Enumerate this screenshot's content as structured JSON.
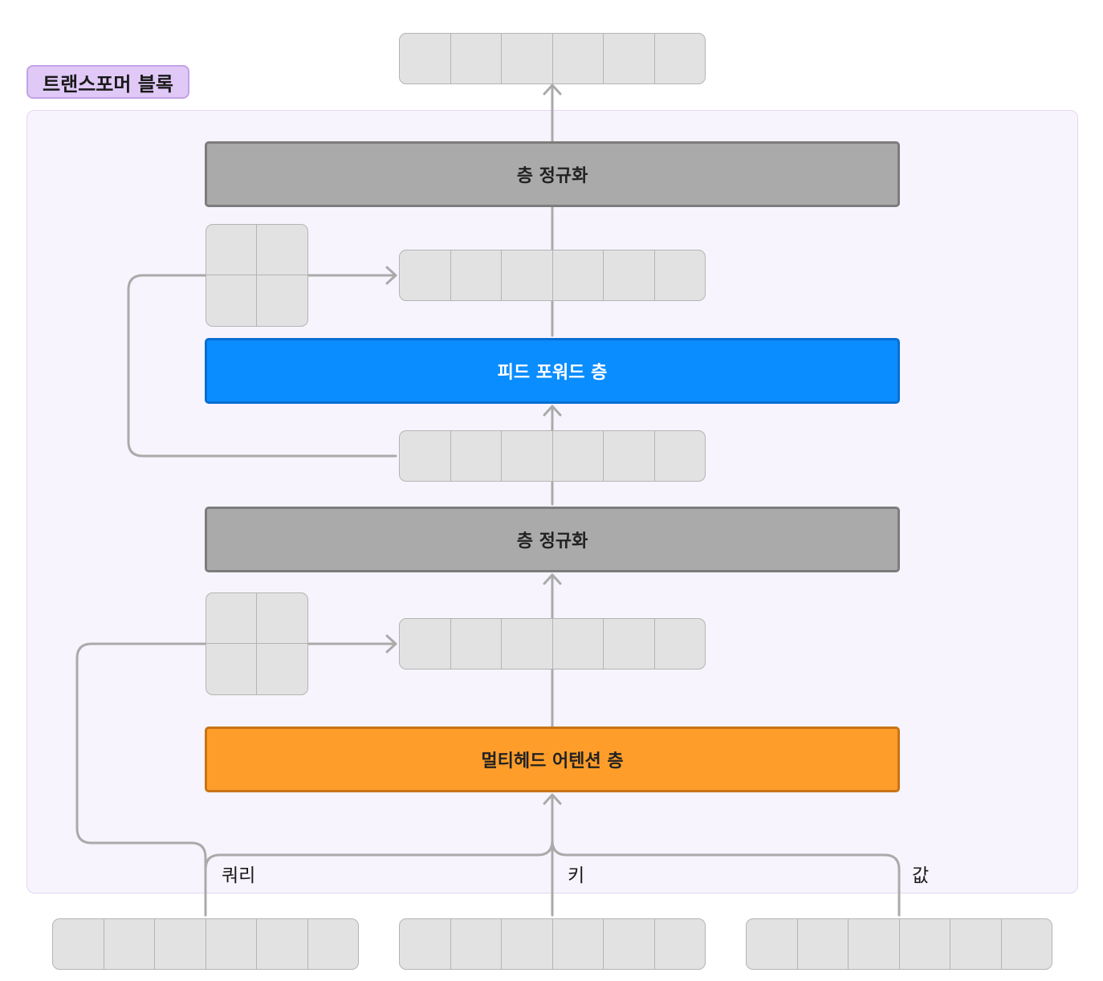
{
  "block": {
    "title": "트랜스포머 블록"
  },
  "layers": {
    "norm_top": "층 정규화",
    "feed_forward": "피드 포워드 층",
    "norm_bottom": "층 정규화",
    "multi_head_attention": "멀티헤드 어텐션 층"
  },
  "inputs": {
    "query": "쿼리",
    "key": "키",
    "value": "값"
  },
  "colors": {
    "block_background": "#f7f4fd",
    "block_title": "#e0c9f7",
    "layer_norm": "#aaaaaa",
    "feed_forward": "#0a8dff",
    "multi_head_attention": "#fe9d2a",
    "vector_cell": "#e2e2e2",
    "wire": "#aaaaaa"
  }
}
